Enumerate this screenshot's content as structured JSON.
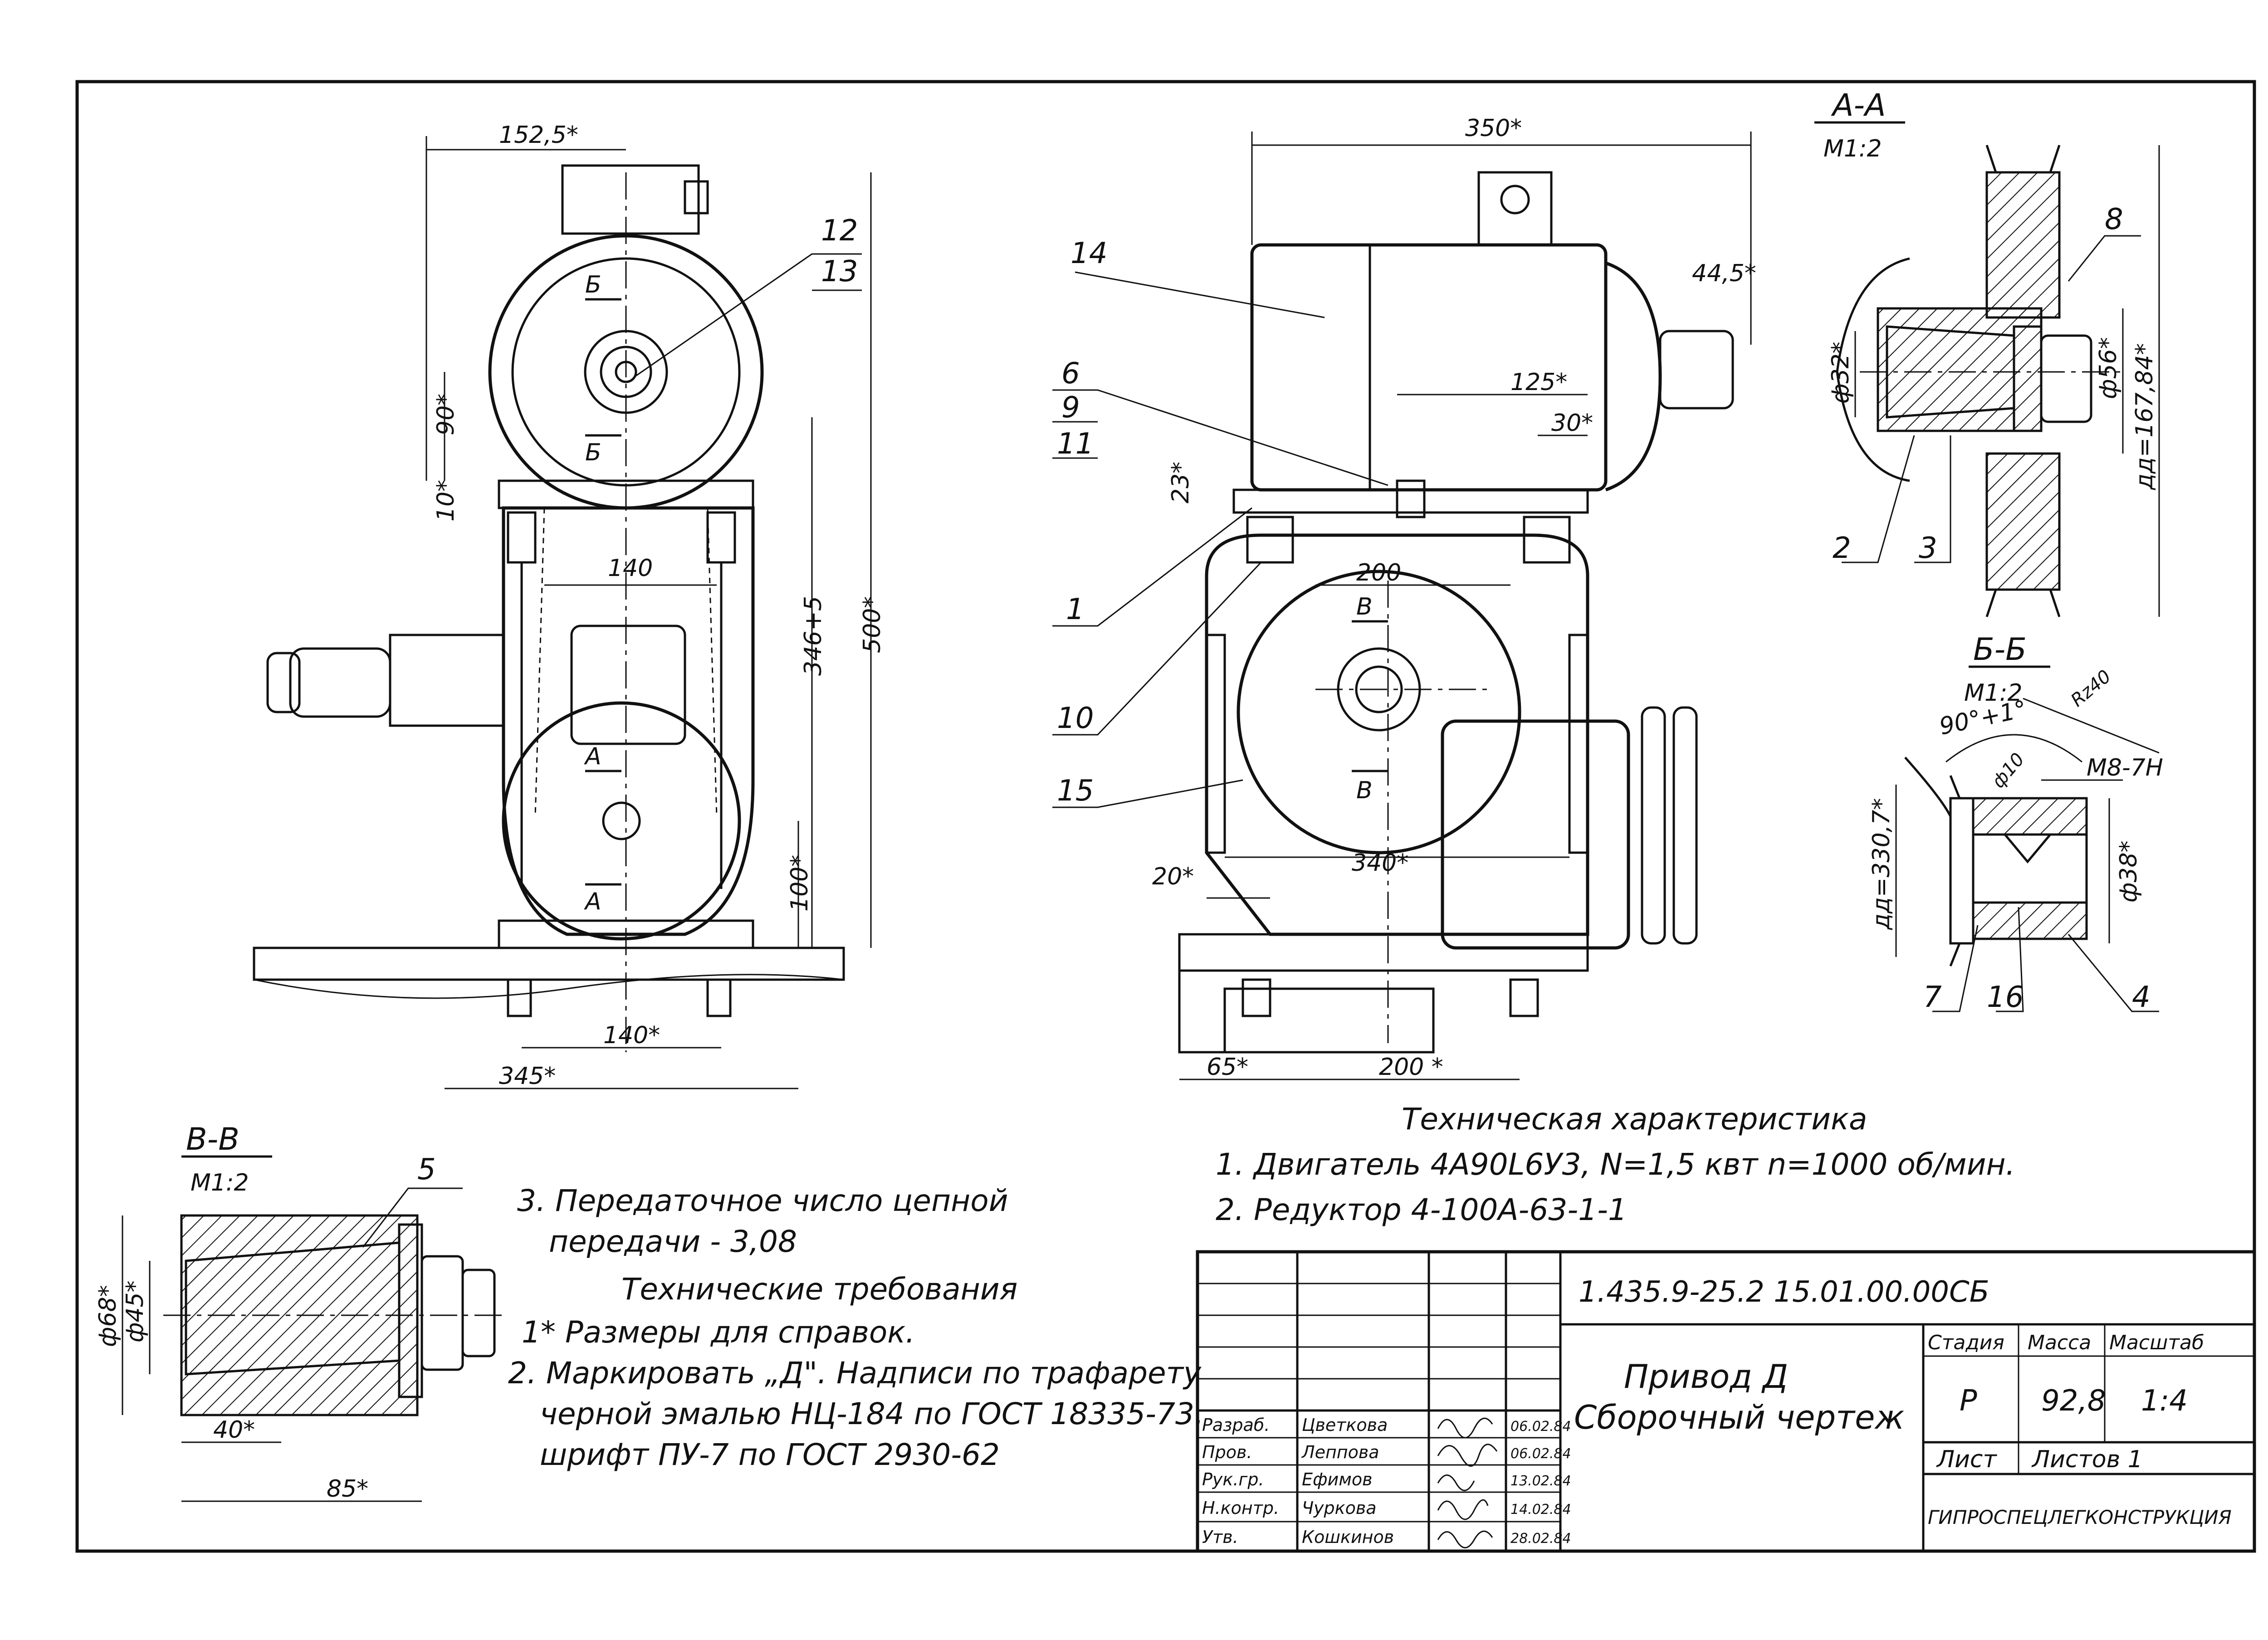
{
  "front_view": {
    "dims": [
      "152,5*",
      "90*",
      "10*",
      "140",
      "346+5",
      "500*",
      "100*",
      "345*",
      "140*"
    ],
    "labels": [
      "12",
      "13"
    ],
    "section_marks": [
      "Б",
      "Б",
      "А",
      "А"
    ]
  },
  "side_view": {
    "dims": [
      "350*",
      "44,5*",
      "125*",
      "30*",
      "23*",
      "200",
      "340*",
      "20*",
      "65*",
      "200 *"
    ],
    "labels": [
      "14",
      "6",
      "9",
      "11",
      "1",
      "10",
      "15"
    ],
    "section_marks": [
      "В",
      "В"
    ]
  },
  "section_aa": {
    "title": "А-А",
    "scale": "М1:2",
    "dims": [
      "ф32*",
      "ф56*",
      "дд=167,84*"
    ],
    "labels": [
      "8",
      "2",
      "3"
    ]
  },
  "section_bb": {
    "title": "Б-Б",
    "scale": "М1:2",
    "dims": [
      "90°+1°",
      "Rz40",
      "ф10",
      "М8-7Н",
      "дд=330,7*",
      "ф38*"
    ],
    "labels": [
      "7",
      "16",
      "4"
    ]
  },
  "section_vv": {
    "title": "В-В",
    "scale": "М1:2",
    "dims": [
      "ф68*",
      "ф45*",
      "40*",
      "85*"
    ],
    "labels": [
      "5"
    ]
  },
  "notes": {
    "gear_ratio": [
      "3. Передаточное число цепной",
      "передачи - 3,08"
    ],
    "requirements_title": "Технические требования",
    "requirements": [
      "1* Размеры для справок.",
      "2. Маркировать „Д\". Надписи по трафарету",
      "черной эмалью НЦ-184 по ГОСТ 18335-73.",
      "шрифт ПУ-7 по ГОСТ 2930-62"
    ]
  },
  "tech_spec": {
    "title": "Техническая характеристика",
    "lines": [
      "1. Двигатель 4А90L6У3, N=1,5 квт n=1000 об/мин.",
      "2. Редуктор 4-100А-63-1-1"
    ]
  },
  "title_block": {
    "doc_number": "1.435.9-25.2 15.01.00.00СБ",
    "name_line1": "Привод Д",
    "name_line2": "Сборочный чертеж",
    "headers": [
      "Стадия",
      "Масса",
      "Масштаб"
    ],
    "values": [
      "Р",
      "92,8",
      "1:4"
    ],
    "sheet_label": "Лист",
    "sheets_label": "Листов 1",
    "organization": "ГИПРОСПЕЦЛЕГКОНСТРУКЦИЯ",
    "signers": [
      {
        "role": "Разраб.",
        "name": "Цветкова",
        "date": "06.02.84"
      },
      {
        "role": "Пров.",
        "name": "Леппова",
        "date": "06.02.84"
      },
      {
        "role": "Рук.гр.",
        "name": "Ефимов",
        "date": "13.02.84"
      },
      {
        "role": "Н.контр.",
        "name": "Чуркова",
        "date": "14.02.84"
      },
      {
        "role": "Утв.",
        "name": "Кошкинов",
        "date": "28.02.84"
      }
    ]
  }
}
